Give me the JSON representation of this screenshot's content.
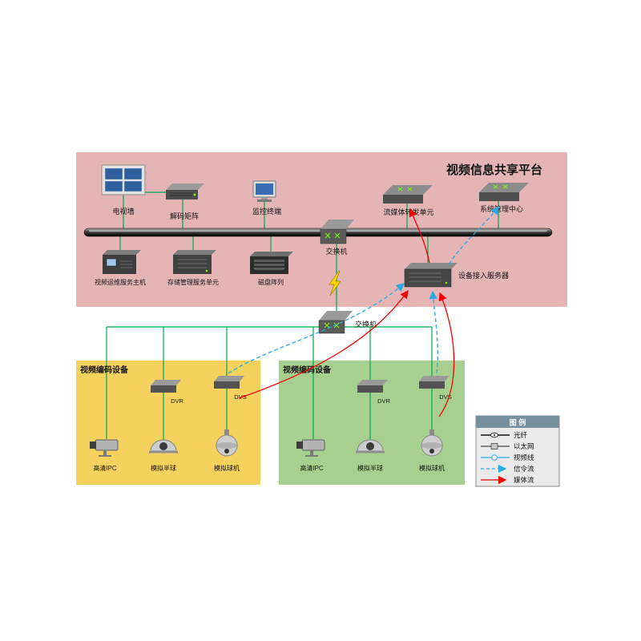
{
  "title": "视频信息共享平台",
  "platform": {
    "tv_wall": "电视墙",
    "decoder": "解码矩阵",
    "monitor_terminal": "监控终端",
    "stream_forward_unit": "流媒体转发单元",
    "system_mgmt_center": "系统管理中心",
    "switch_upper": "交换机",
    "video_ops_host": "视频运维服务主机",
    "storage_mgmt_unit": "存储管理服务单元",
    "disk_array": "磁盘阵列",
    "device_access_server": "设备接入服务器",
    "switch_lower": "交换机"
  },
  "zones": {
    "left": {
      "title": "视频编码设备",
      "dvr": "DVR",
      "dvs": "DVS",
      "ipc": "高清IPC",
      "dome": "模拟半球",
      "ptz": "模拟球机"
    },
    "right": {
      "title": "视频编码设备",
      "dvr": "DVR",
      "dvs": "DVS",
      "ipc": "高清IPC",
      "dome": "模拟半球",
      "ptz": "模拟球机"
    }
  },
  "legend": {
    "title": "图 例",
    "items": [
      {
        "label": "光纤",
        "type": "fiber"
      },
      {
        "label": "以太网",
        "type": "ethernet"
      },
      {
        "label": "视频线",
        "type": "video"
      },
      {
        "label": "信令流",
        "type": "signal"
      },
      {
        "label": "媒体流",
        "type": "media"
      }
    ]
  },
  "colors": {
    "platform_bg": "#e5b5b5",
    "zone_left_bg": "#f5d15e",
    "zone_right_bg": "#a7cf8f",
    "ethernet_green": "#00a651",
    "signal_blue": "#29abe2",
    "media_red": "#f20000"
  }
}
